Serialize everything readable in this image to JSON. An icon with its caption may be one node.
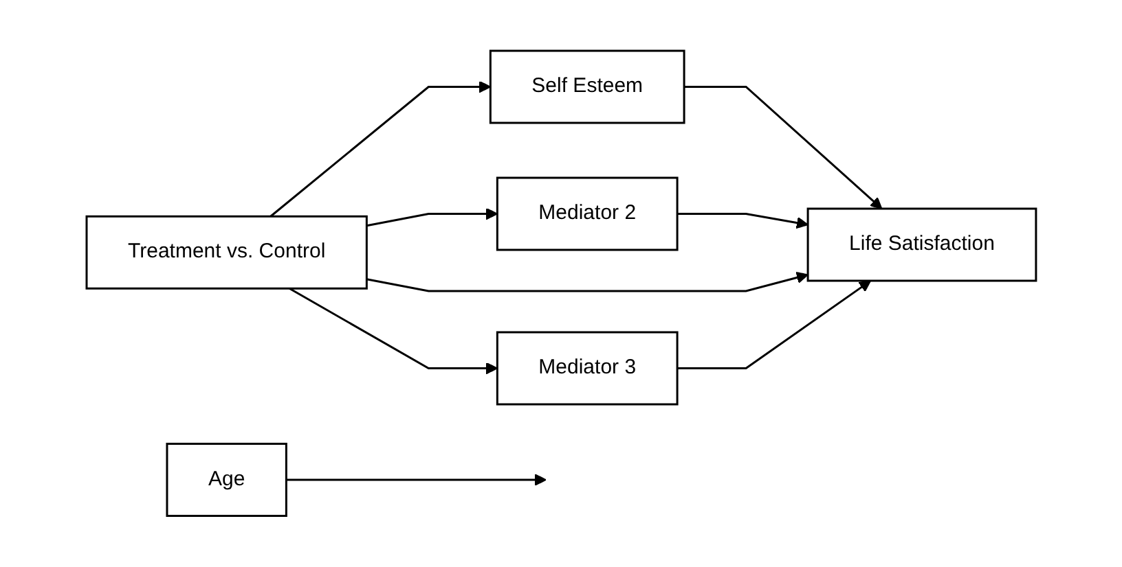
{
  "diagram": {
    "nodes": [
      {
        "text": [
          "Age"
        ]
      },
      {
        "text": [
          "Self Esteem"
        ]
      },
      {
        "text": [
          "Treatment vs. Control"
        ]
      },
      {
        "text": [
          "Mediator 2"
        ]
      },
      {
        "text": [
          "Life Satisfaction"
        ]
      },
      {
        "text": [
          "Mediator 3"
        ]
      }
    ],
    "edges": [
      {
        "from": 2,
        "to": 1,
        "arrow": "to"
      },
      {
        "from": 2,
        "to": 3,
        "arrow": "to"
      },
      {
        "from": 2,
        "to": 4,
        "arrow": "to"
      },
      {
        "from": 2,
        "to": 5,
        "arrow": "to"
      },
      {
        "from": 1,
        "to": 4,
        "arrow": "to"
      },
      {
        "from": 3,
        "to": 4,
        "arrow": "to"
      },
      {
        "from": 5,
        "to": 4,
        "arrow": "to"
      },
      {
        "from": 0,
        "to": null,
        "arrow": "to"
      }
    ]
  }
}
